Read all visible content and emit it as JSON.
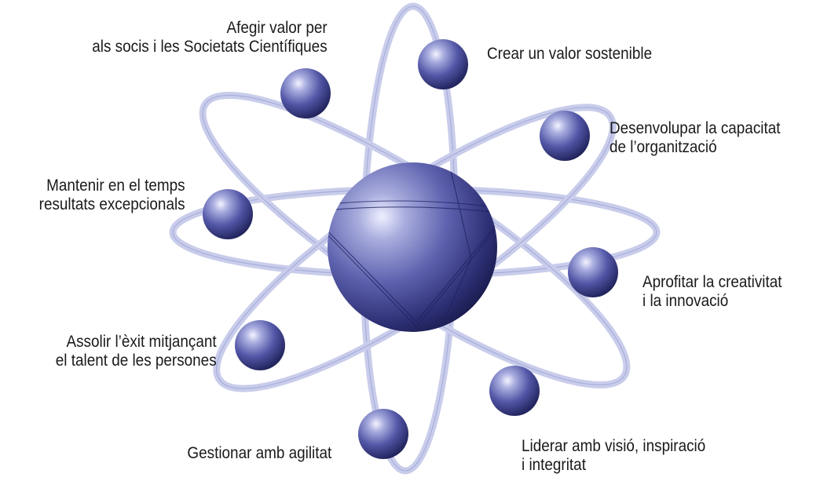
{
  "diagram": {
    "colors": {
      "orbit_fill": "#cfd3ee",
      "orbit_stroke": "#a9aedb",
      "sphere_highlight": "#eef0ff",
      "sphere_mid": "#5d61ae",
      "sphere_dark": "#161848",
      "text": "#1a1a1a"
    },
    "labels": {
      "value_members": {
        "line1": "Afegir valor per",
        "line2": "als socis i les Societats Científiques"
      },
      "sustainable_value": {
        "line1": "Crear un valor sostenible"
      },
      "organisation_capacity": {
        "line1": "Desenvolupar la capacitat",
        "line2": "de l’organització"
      },
      "exceptional_results": {
        "line1": "Mantenir en el temps",
        "line2": "resultats excepcionals"
      },
      "creativity_innovation": {
        "line1": "Aprofitar la creativitat",
        "line2": "i la innovació"
      },
      "people_talent": {
        "line1": "Assolir l’èxit mitjançant",
        "line2": "el talent de les persones"
      },
      "agility": {
        "line1": "Gestionar amb agilitat"
      },
      "leadership": {
        "line1": "Liderar amb visió, inspiració",
        "line2": "i integritat"
      }
    }
  }
}
